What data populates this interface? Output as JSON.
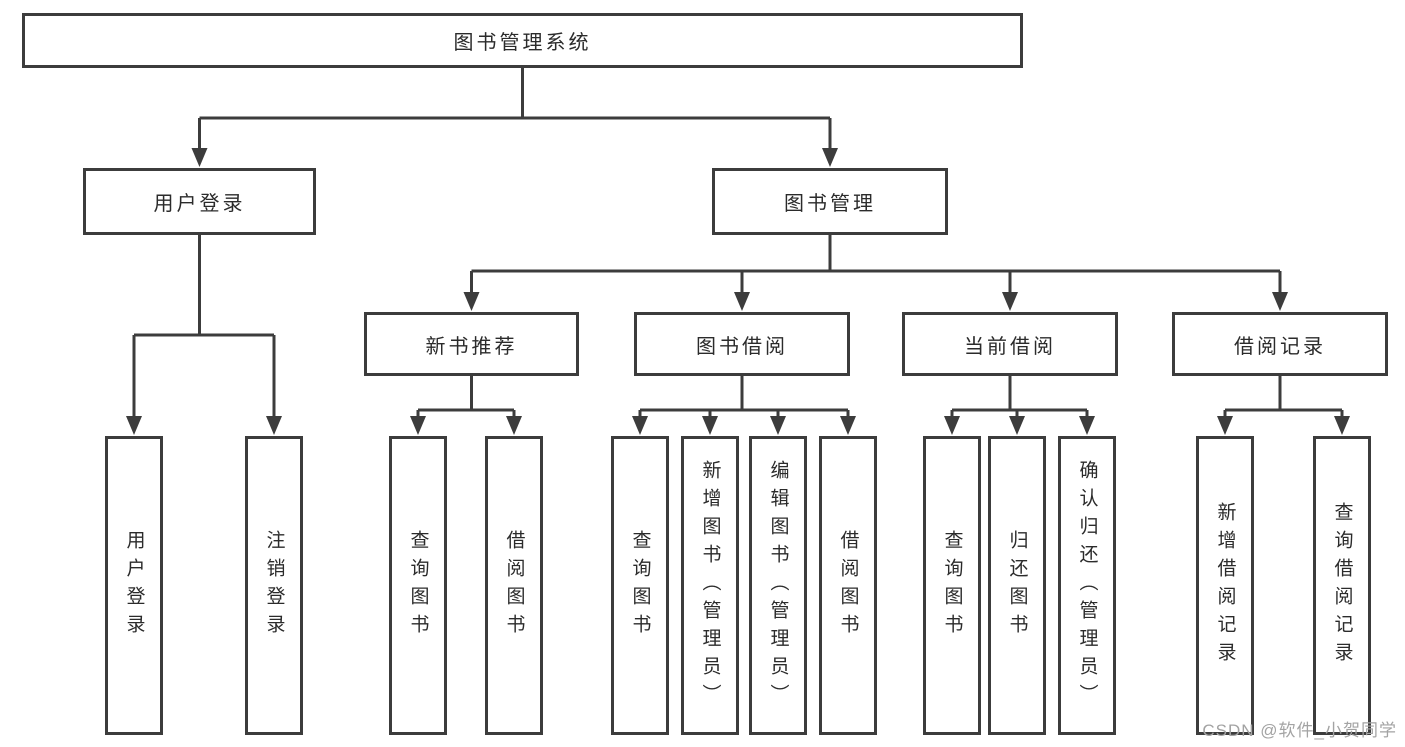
{
  "tree": {
    "label": "图书管理系统",
    "children": [
      {
        "label": "用户登录",
        "children": [
          {
            "label": "用户登录"
          },
          {
            "label": "注销登录"
          }
        ]
      },
      {
        "label": "图书管理",
        "children": [
          {
            "label": "新书推荐",
            "children": [
              {
                "label": "查询图书"
              },
              {
                "label": "借阅图书"
              }
            ]
          },
          {
            "label": "图书借阅",
            "children": [
              {
                "label": "查询图书"
              },
              {
                "label": "新增图书（管理员）"
              },
              {
                "label": "编辑图书（管理员）"
              },
              {
                "label": "借阅图书"
              }
            ]
          },
          {
            "label": "当前借阅",
            "children": [
              {
                "label": "查询图书"
              },
              {
                "label": "归还图书"
              },
              {
                "label": "确认归还（管理员）"
              }
            ]
          },
          {
            "label": "借阅记录",
            "children": [
              {
                "label": "新增借阅记录"
              },
              {
                "label": "查询借阅记录"
              }
            ]
          }
        ]
      }
    ]
  },
  "watermark": "CSDN @软件_小贺同学",
  "colors": {
    "line": "#3c3c3c",
    "box_border": "#3c3c3c",
    "text": "#2b2b2b",
    "watermark": "#a3a3a3",
    "background": "#ffffff"
  }
}
